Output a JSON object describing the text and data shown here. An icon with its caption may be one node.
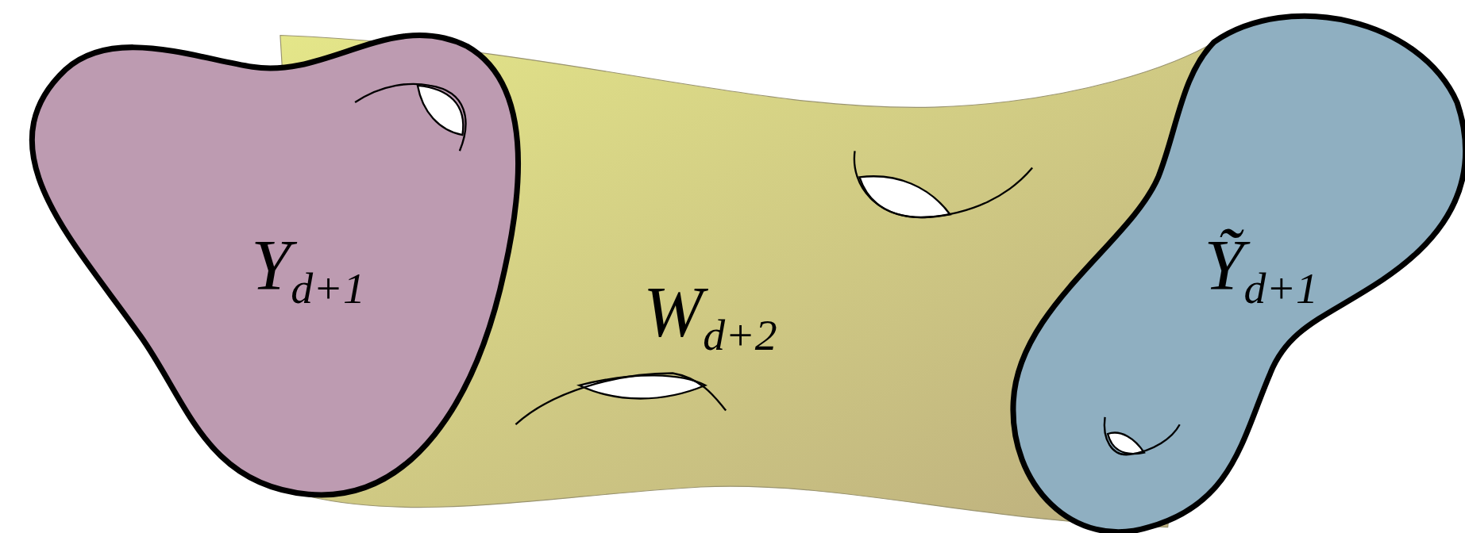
{
  "diagram": {
    "nodes": [
      {
        "text": [
          "Y$_{d+1}$"
        ]
      },
      {
        "text": [
          "W$_{d+2}$"
        ]
      },
      {
        "text": [
          "Ỹ$_{d+1}$"
        ]
      }
    ]
  }
}
